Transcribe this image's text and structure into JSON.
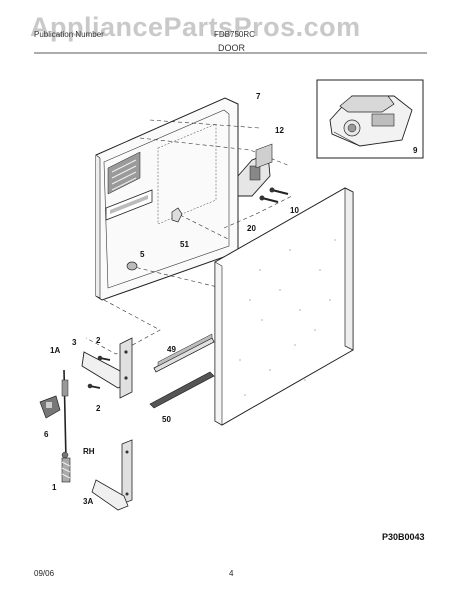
{
  "header": {
    "watermark": "AppliancePartsPros.com",
    "publication_label": "Publication Number",
    "model_label": "FDB750RC",
    "section_title": "DOOR"
  },
  "callouts": {
    "c7": "7",
    "c12": "12",
    "c9": "9",
    "c10": "10",
    "c20": "20",
    "c51": "51",
    "c5": "5",
    "c49": "49",
    "c50": "50",
    "c3": "3",
    "c2a": "2",
    "c2b": "2",
    "c1A": "1A",
    "c6": "6",
    "c1": "1",
    "cRH": "RH",
    "c3A": "3A"
  },
  "diagram_code": "P30B0043",
  "footer": {
    "date": "09/06",
    "page": "4"
  }
}
